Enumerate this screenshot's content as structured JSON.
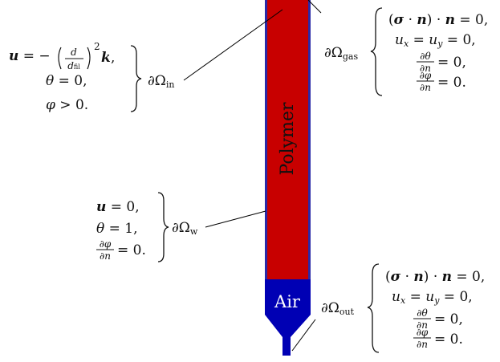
{
  "diagram": {
    "labels": {
      "polymer": "Polymer",
      "air": "Air"
    },
    "colors": {
      "polymer": "#c80000",
      "air": "#0000b4",
      "wall": "#2a2aa8",
      "leader": "#000000"
    },
    "boundaries": {
      "inlet": {
        "name": "∂Ω",
        "sub": "in",
        "equations": [
          "u = −(d / d_fil)² k,",
          "θ = 0,",
          "φ > 0."
        ]
      },
      "gas": {
        "name": "∂Ω",
        "sub": "gas",
        "equations": [
          "(σ · n) · n = 0,",
          "u_x = u_y = 0,",
          "∂θ/∂n = 0,",
          "∂φ/∂n = 0."
        ]
      },
      "wall": {
        "name": "∂Ω",
        "sub": "w",
        "equations": [
          "u = 0,",
          "θ = 1,",
          "∂φ/∂n = 0."
        ]
      },
      "outlet": {
        "name": "∂Ω",
        "sub": "out",
        "equations": [
          "(σ · n) · n = 0,",
          "u_x = u_y = 0,",
          "∂θ/∂n = 0,",
          "∂φ/∂n = 0."
        ]
      }
    }
  }
}
